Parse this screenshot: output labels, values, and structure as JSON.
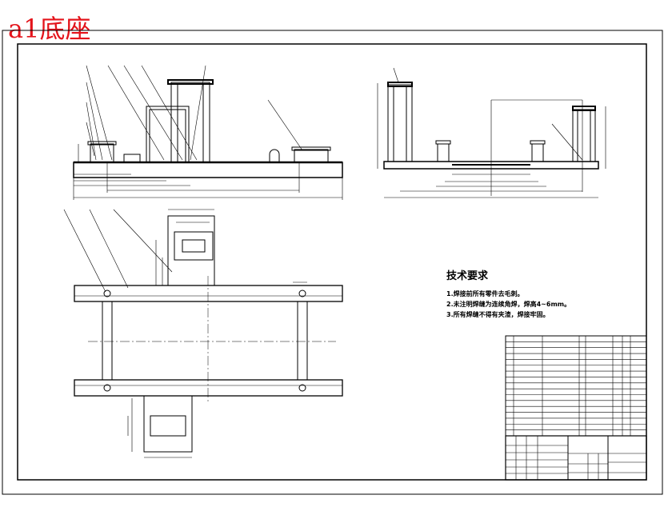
{
  "title": "a1底座",
  "technical_requirements": {
    "heading": "技术要求",
    "items": [
      "1.焊接前所有零件去毛刺。",
      "2.未注明焊缝为连续角焊，焊高4~6mm。",
      "3.所有焊缝不得有夹渣，焊接牢固。"
    ]
  },
  "colors": {
    "title": "#e4141b",
    "lines": "#000000"
  }
}
